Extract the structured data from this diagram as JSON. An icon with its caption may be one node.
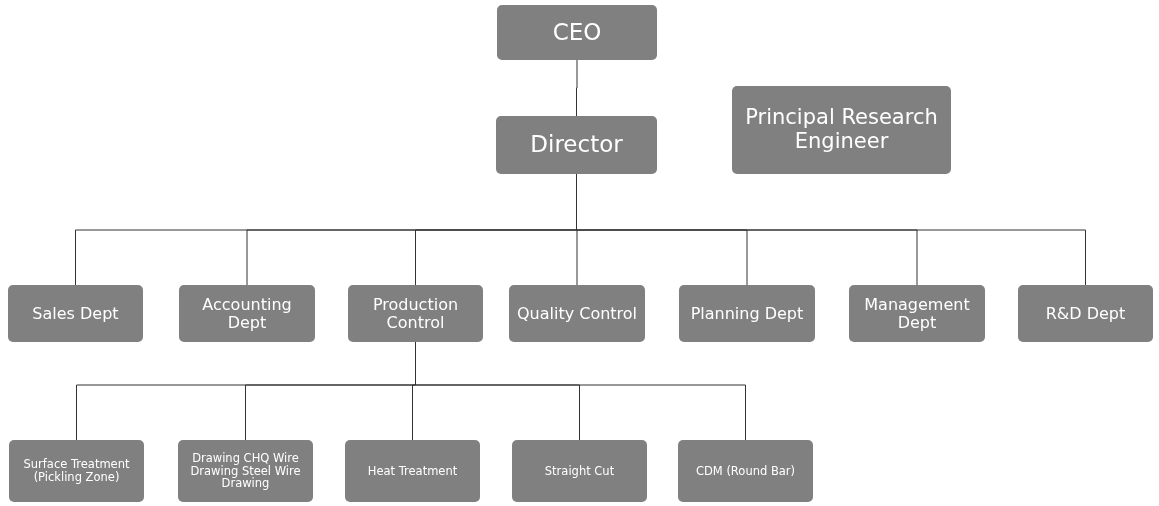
{
  "diagram": {
    "nodes": [
      {
        "text": [
          "CEO"
        ]
      },
      {
        "text": [
          "Director"
        ]
      },
      {
        "text": [
          "Principal Research Engineer"
        ]
      },
      {
        "text": [
          "Sales Dept"
        ]
      },
      {
        "text": [
          "Accounting Dept"
        ]
      },
      {
        "text": [
          "Production Control"
        ]
      },
      {
        "text": [
          "Quality Control"
        ]
      },
      {
        "text": [
          "Planning Dept"
        ]
      },
      {
        "text": [
          "Management Dept"
        ]
      },
      {
        "text": [
          "R&D Dept"
        ]
      },
      {
        "text": [
          "Surface Treatment (Pickling Zone)"
        ]
      },
      {
        "text": [
          "Drawing CHQ Wire Drawing Steel Wire Drawing"
        ]
      },
      {
        "text": [
          "Heat Treatment"
        ]
      },
      {
        "text": [
          "Straight Cut"
        ]
      },
      {
        "text": [
          "CDM (Round Bar)"
        ]
      }
    ],
    "edges": [
      {
        "from": 0,
        "to": 1,
        "arrow": "none"
      },
      {
        "from": 1,
        "to": 3,
        "arrow": "none"
      },
      {
        "from": 1,
        "to": 4,
        "arrow": "none"
      },
      {
        "from": 1,
        "to": 5,
        "arrow": "none"
      },
      {
        "from": 1,
        "to": 6,
        "arrow": "none"
      },
      {
        "from": 1,
        "to": 7,
        "arrow": "none"
      },
      {
        "from": 1,
        "to": 8,
        "arrow": "none"
      },
      {
        "from": 1,
        "to": 9,
        "arrow": "none"
      },
      {
        "from": 5,
        "to": 10,
        "arrow": "none"
      },
      {
        "from": 5,
        "to": 11,
        "arrow": "none"
      },
      {
        "from": 5,
        "to": 12,
        "arrow": "none"
      },
      {
        "from": 5,
        "to": 13,
        "arrow": "none"
      },
      {
        "from": 5,
        "to": 14,
        "arrow": "none"
      }
    ]
  }
}
